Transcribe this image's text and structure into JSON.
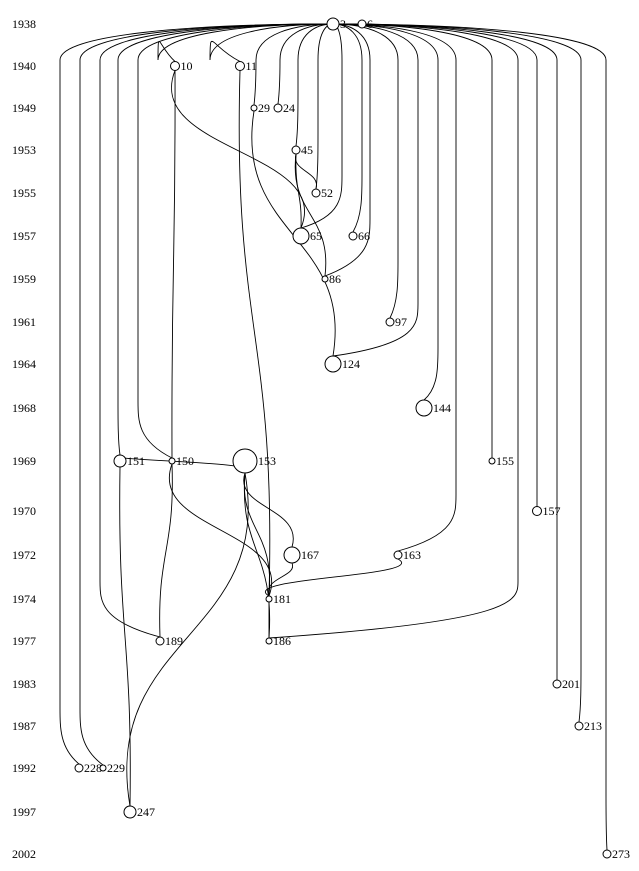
{
  "years": [
    "1938",
    "1940",
    "1949",
    "1953",
    "1955",
    "1957",
    "1959",
    "1961",
    "1964",
    "1968",
    "1969",
    "1970",
    "1972",
    "1974",
    "1977",
    "1983",
    "1987",
    "1992",
    "1997",
    "2002"
  ],
  "nodes": [
    {
      "id": "3",
      "year": "1938",
      "size": "large"
    },
    {
      "id": "6",
      "year": "1938",
      "size": "small"
    },
    {
      "id": "10",
      "year": "1940",
      "size": "medium"
    },
    {
      "id": "11",
      "year": "1940",
      "size": "medium"
    },
    {
      "id": "29",
      "year": "1949",
      "size": "tiny"
    },
    {
      "id": "24",
      "year": "1949",
      "size": "small"
    },
    {
      "id": "45",
      "year": "1953",
      "size": "small"
    },
    {
      "id": "52",
      "year": "1955",
      "size": "small"
    },
    {
      "id": "65",
      "year": "1957",
      "size": "xlarge"
    },
    {
      "id": "66",
      "year": "1957",
      "size": "small"
    },
    {
      "id": "86",
      "year": "1959",
      "size": "tiny"
    },
    {
      "id": "97",
      "year": "1961",
      "size": "small"
    },
    {
      "id": "124",
      "year": "1964",
      "size": "xlarge"
    },
    {
      "id": "144",
      "year": "1968",
      "size": "xlarge"
    },
    {
      "id": "151",
      "year": "1969",
      "size": "large"
    },
    {
      "id": "150",
      "year": "1969",
      "size": "tiny"
    },
    {
      "id": "153",
      "year": "1969",
      "size": "huge"
    },
    {
      "id": "155",
      "year": "1969",
      "size": "tiny"
    },
    {
      "id": "157",
      "year": "1970",
      "size": "medium"
    },
    {
      "id": "167",
      "year": "1972",
      "size": "xlarge"
    },
    {
      "id": "163",
      "year": "1972",
      "size": "small"
    },
    {
      "id": "181",
      "year": "1974",
      "size": "tiny"
    },
    {
      "id": "189",
      "year": "1977",
      "size": "small"
    },
    {
      "id": "186",
      "year": "1977",
      "size": "tiny"
    },
    {
      "id": "201",
      "year": "1983",
      "size": "small"
    },
    {
      "id": "213",
      "year": "1987",
      "size": "small"
    },
    {
      "id": "228",
      "year": "1992",
      "size": "small"
    },
    {
      "id": "229",
      "year": "1992",
      "size": "tiny"
    },
    {
      "id": "247",
      "year": "1997",
      "size": "large"
    },
    {
      "id": "273",
      "year": "2002",
      "size": "small"
    }
  ],
  "edges": [
    [
      "6",
      "3"
    ],
    [
      "10",
      "3"
    ],
    [
      "11",
      "3"
    ],
    [
      "29",
      "3"
    ],
    [
      "24",
      "3"
    ],
    [
      "45",
      "3"
    ],
    [
      "52",
      "3"
    ],
    [
      "65",
      "3"
    ],
    [
      "66",
      "3"
    ],
    [
      "86",
      "3"
    ],
    [
      "97",
      "3"
    ],
    [
      "124",
      "3"
    ],
    [
      "144",
      "3"
    ],
    [
      "151",
      "3"
    ],
    [
      "150",
      "3"
    ],
    [
      "155",
      "3"
    ],
    [
      "157",
      "3"
    ],
    [
      "163",
      "3"
    ],
    [
      "189",
      "3"
    ],
    [
      "186",
      "3"
    ],
    [
      "201",
      "3"
    ],
    [
      "213",
      "3"
    ],
    [
      "228",
      "3"
    ],
    [
      "229",
      "3"
    ],
    [
      "273",
      "3"
    ],
    [
      "65",
      "10"
    ],
    [
      "52",
      "45"
    ],
    [
      "65",
      "45"
    ],
    [
      "86",
      "45"
    ],
    [
      "124",
      "29"
    ],
    [
      "150",
      "10"
    ],
    [
      "151",
      "153"
    ],
    [
      "167",
      "153"
    ],
    [
      "181",
      "153"
    ],
    [
      "186",
      "153"
    ],
    [
      "247",
      "153"
    ],
    [
      "181",
      "150"
    ],
    [
      "181",
      "167"
    ],
    [
      "181",
      "163"
    ],
    [
      "186",
      "181"
    ],
    [
      "189",
      "150"
    ],
    [
      "247",
      "151"
    ],
    [
      "181",
      "11"
    ]
  ]
}
